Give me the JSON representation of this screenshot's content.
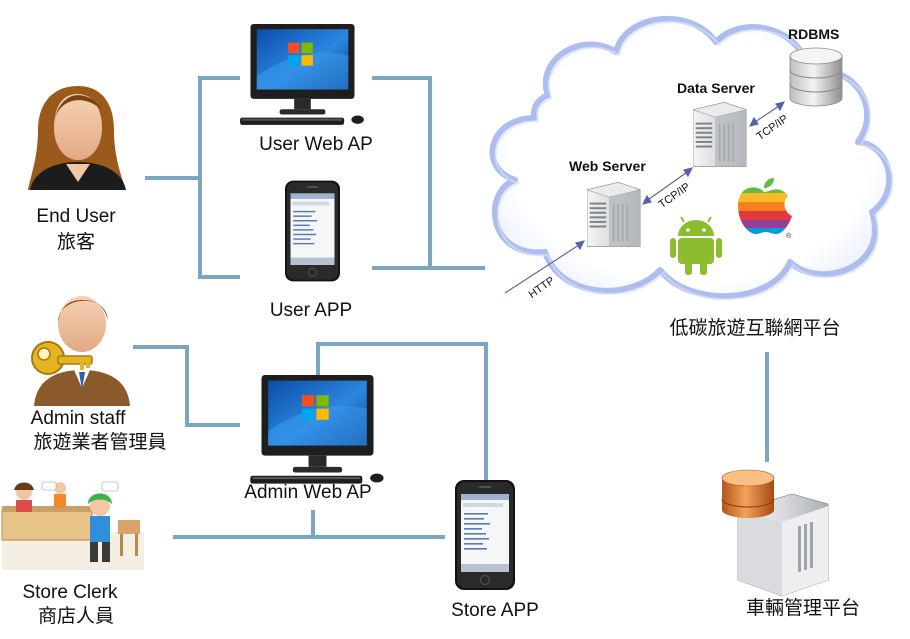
{
  "actors": {
    "end_user": {
      "name_en": "End User",
      "name_zh": "旅客"
    },
    "admin_staff": {
      "name_en": "Admin  staff",
      "name_zh": "旅遊業者管理員"
    },
    "store_clerk": {
      "name_en": "Store Clerk",
      "name_zh": "商店人員"
    }
  },
  "clients": {
    "user_web": "User Web  AP",
    "user_app": "User APP",
    "admin_web": "Admin  Web AP",
    "store_app": "Store  APP"
  },
  "cloud": {
    "platform_label": "低碳旅遊互聯網平台",
    "web_server": "Web Server",
    "data_server": "Data Server",
    "rdbms": "RDBMS",
    "http": "HTTP",
    "tcp_ip_1": "TCP/IP",
    "tcp_ip_2": "TCP/IP"
  },
  "vehicle_platform": "車輛管理平台",
  "colors": {
    "connector": "#7aa6c2",
    "cloud_stroke": "#aebdf0",
    "android": "#8cbd2e",
    "monitor_frame": "#1e1e1e",
    "screen_blue": "#1d6fd1",
    "db_orange": "#d9782a"
  }
}
